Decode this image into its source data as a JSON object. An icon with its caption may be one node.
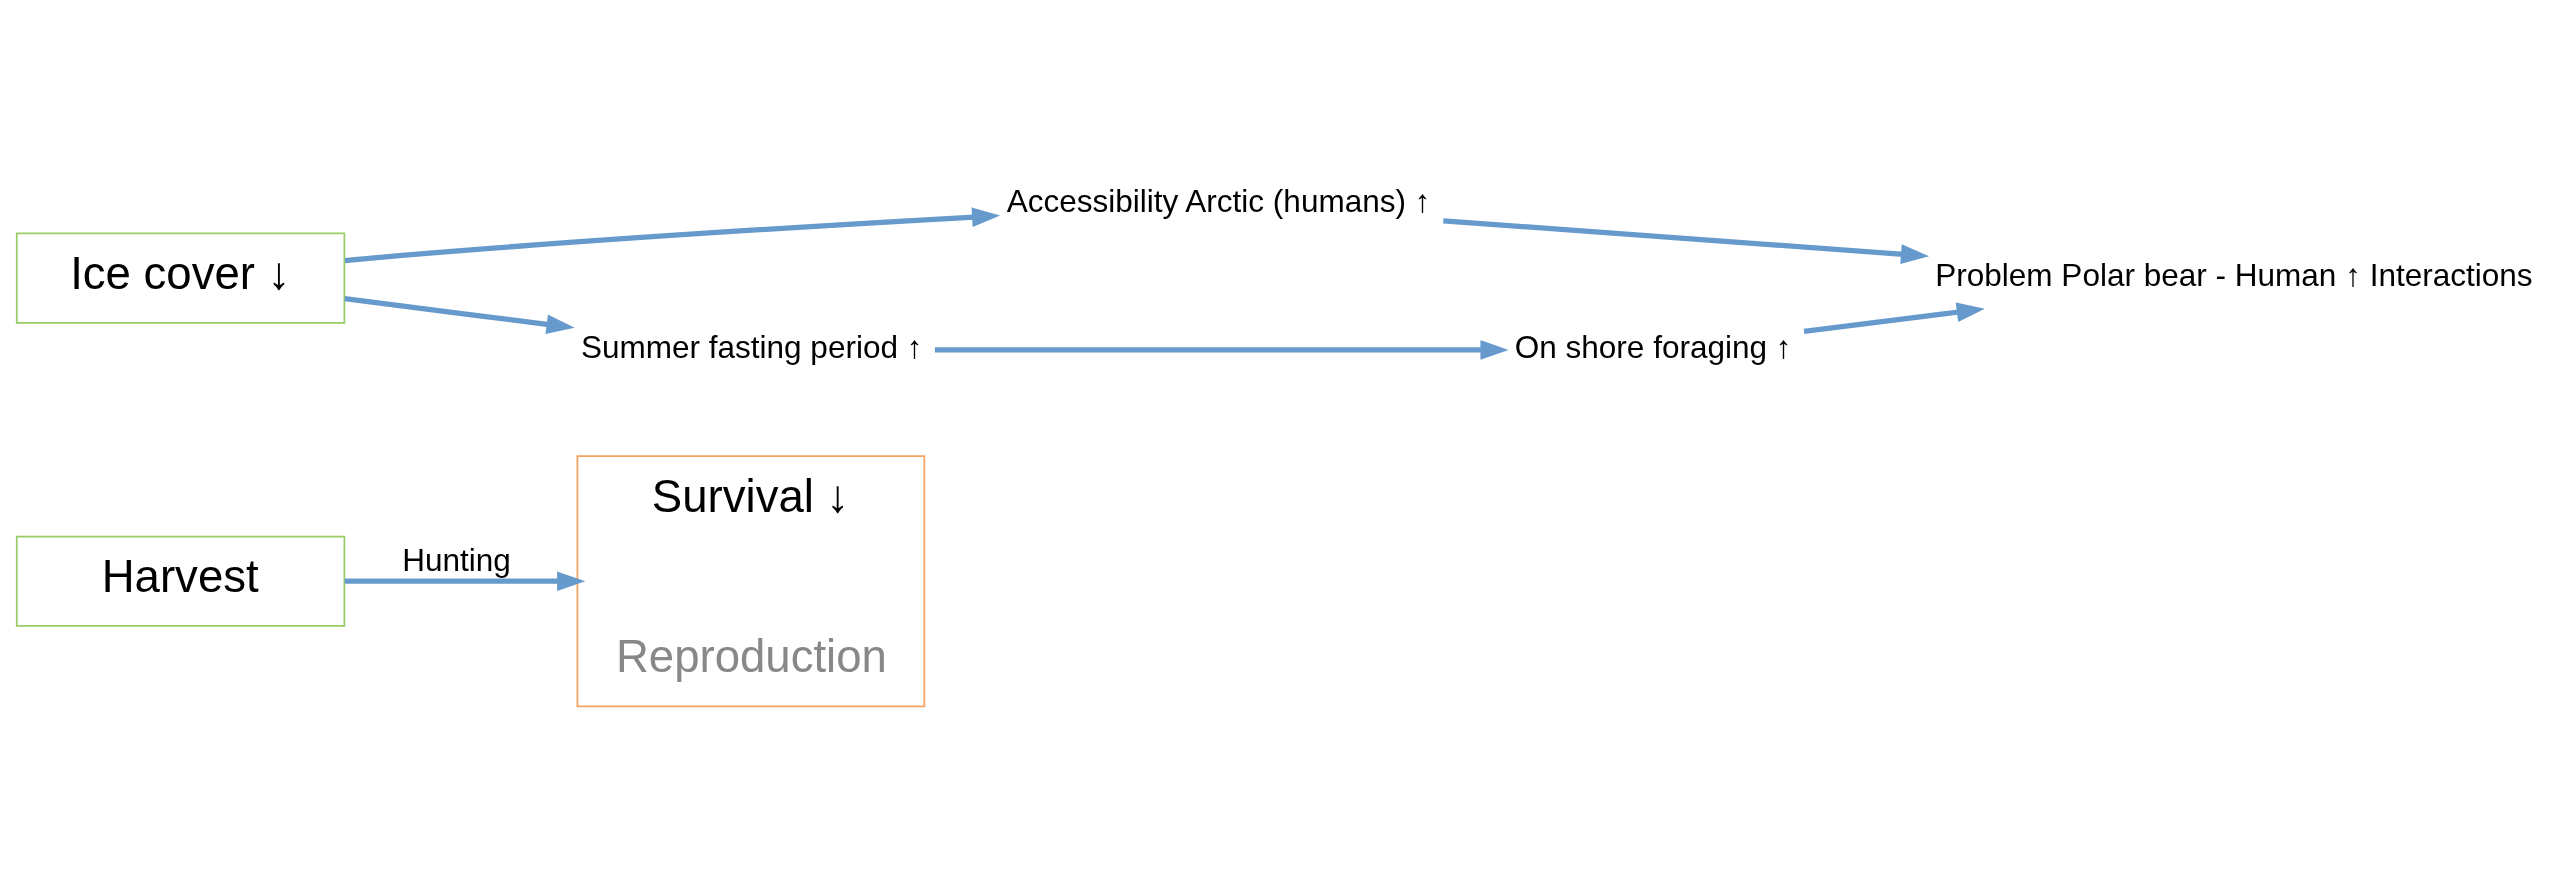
{
  "diagram": {
    "nodes": [
      {
        "text": [
          "Harvest"
        ]
      },
      {
        "text": [
          "Survival ↓",
          "Reproduction"
        ]
      },
      {
        "text": [
          "Ice cover ↓"
        ]
      },
      {
        "text": [
          "Problem Polar bear - Human ↑ Interactions"
        ]
      },
      {
        "text": [
          "Accessibility Arctic (humans) ↑"
        ]
      },
      {
        "text": [
          "Summer fasting period ↑"
        ]
      },
      {
        "text": [
          "On shore foraging ↑"
        ]
      }
    ],
    "edges": [
      {
        "from": 0,
        "to": 1,
        "arrow": "to",
        "label": "Hunting"
      },
      {
        "from": 2,
        "to": 4,
        "arrow": "to"
      },
      {
        "from": 2,
        "to": 5,
        "arrow": "to"
      },
      {
        "from": 4,
        "to": 3,
        "arrow": "to"
      },
      {
        "from": 5,
        "to": 6,
        "arrow": "to"
      },
      {
        "from": 6,
        "to": 3,
        "arrow": "to"
      }
    ]
  }
}
